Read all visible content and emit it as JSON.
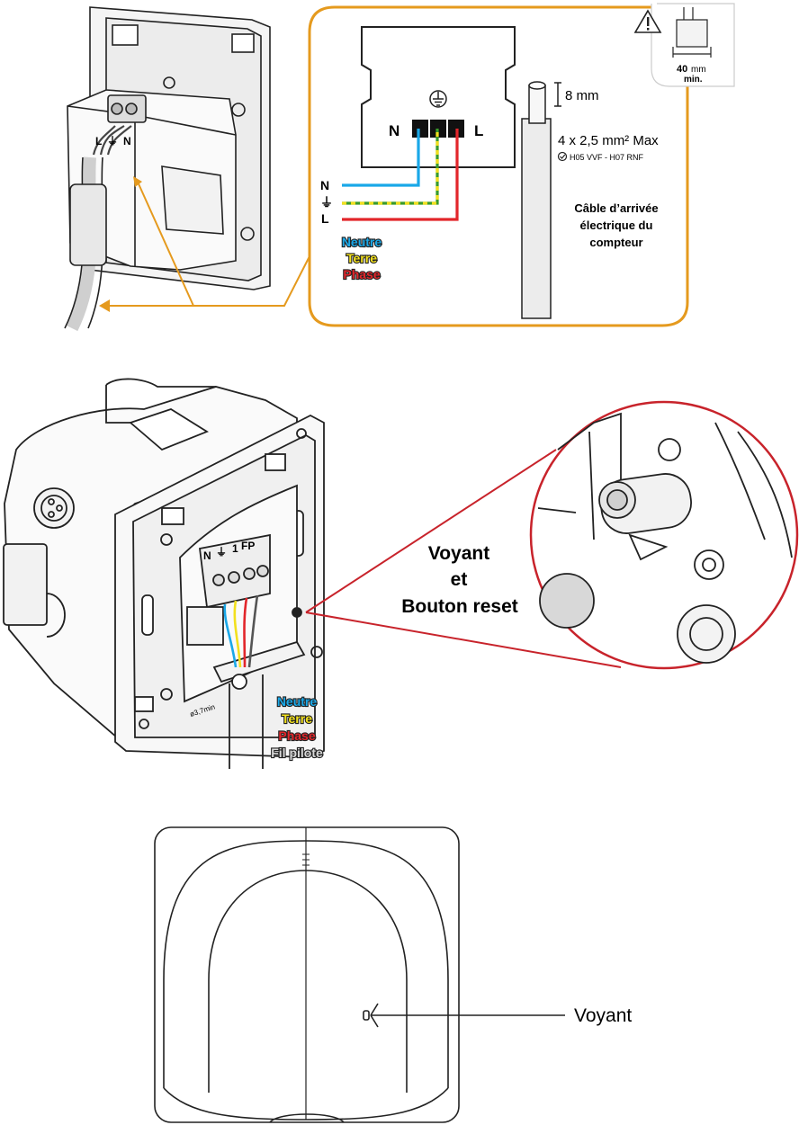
{
  "colors": {
    "neutral": "#1aa8e8",
    "earth_green": "#3a9b2a",
    "earth_yellow": "#f2e01e",
    "phase": "#e2262b",
    "pilot": "#9a9a9a",
    "callout_orange": "#e59a1e",
    "callout_red": "#c8232b"
  },
  "top_panel": {
    "terminal_labels": {
      "left": "N",
      "right": "L",
      "earth_symbol": "⏚"
    },
    "wire_labels": {
      "n": "N",
      "earth": "⏚",
      "l": "L"
    },
    "legend": {
      "neutre": "Neutre",
      "terre": "Terre",
      "phase": "Phase"
    },
    "strip_length": "8 mm",
    "cable_spec": "4 x 2,5 mm² Max",
    "cable_norm": "H05 VVF - H07 RNF",
    "cable_caption_1": "Câble d’arrivée",
    "cable_caption_2": "électrique du",
    "cable_caption_3": "compteur",
    "warning_icon": "warning-triangle-icon",
    "depth_value": "40",
    "depth_unit": "mm",
    "depth_min": "min.",
    "device_terminal_labels": {
      "l": "L",
      "earth": "⏚",
      "n": "N"
    }
  },
  "middle_panel": {
    "terminal_labels": {
      "n": "N",
      "earth": "⏚",
      "one": "1",
      "fp": "FP"
    },
    "callout_line1": "Voyant",
    "callout_line2": "et",
    "callout_line3": "Bouton reset",
    "legend": {
      "neutre": "Neutre",
      "terre": "Terre",
      "phase": "Phase",
      "pilote": "Fil pilote"
    },
    "box_mark": "ø3,7min"
  },
  "bottom_panel": {
    "voyant_label": "Voyant"
  }
}
